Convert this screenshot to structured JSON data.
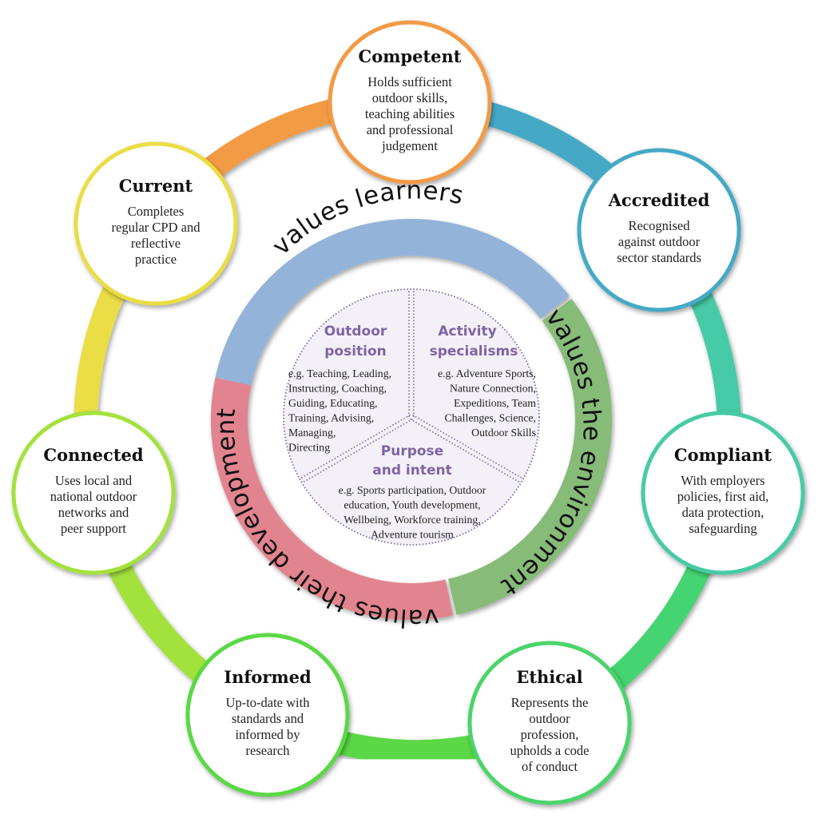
{
  "diagram": {
    "outer_ring": {
      "nodes": [
        {
          "title": "Competent",
          "lines": [
            "Holds sufficient",
            "outdoor skills,",
            "teaching abilities",
            "and professional",
            "judgement"
          ],
          "color": "#f39a45"
        },
        {
          "title": "Accredited",
          "lines": [
            "Recognised",
            "against outdoor",
            "sector standards"
          ],
          "color": "#45a9c6"
        },
        {
          "title": "Compliant",
          "lines": [
            "With employers",
            "policies, first aid,",
            "data protection,",
            "safeguarding"
          ],
          "color": "#47cba6"
        },
        {
          "title": "Ethical",
          "lines": [
            "Represents the",
            "outdoor",
            "profession,",
            "upholds a code",
            "of conduct"
          ],
          "color": "#4cd46a"
        },
        {
          "title": "Informed",
          "lines": [
            "Up-to-date with",
            "standards and",
            "informed by",
            "research"
          ],
          "color": "#5ad845"
        },
        {
          "title": "Connected",
          "lines": [
            "Uses local and",
            "national outdoor",
            "networks and",
            "peer support"
          ],
          "color": "#a3e23e"
        },
        {
          "title": "Current",
          "lines": [
            "Completes",
            "regular CPD and",
            "reflective",
            "practice"
          ],
          "color": "#eadd45"
        }
      ],
      "connector_colors": [
        "#45a9c6",
        "#47cba6",
        "#45d472",
        "#5ad845",
        "#a3e23e",
        "#eadd45",
        "#f39a45"
      ]
    },
    "middle_ring": [
      {
        "label": "values learners",
        "color": "#93b3d9"
      },
      {
        "label": "values the environment",
        "color": "#86bb78"
      },
      {
        "label": "values their development",
        "color": "#e2848f"
      }
    ],
    "core": {
      "segments": [
        {
          "heading": [
            "Outdoor",
            "position"
          ],
          "lines": [
            "e.g. Teaching, Leading,",
            "Instructing, Coaching,",
            "Guiding, Educating,",
            "Training, Advising,",
            "Managing,",
            "Directing"
          ]
        },
        {
          "heading": [
            "Activity",
            "specialisms"
          ],
          "lines": [
            "e.g. Adventure Sports,",
            "Nature Connection,",
            "Expeditions, Team",
            "Challenges, Science,",
            "Outdoor Skills"
          ]
        },
        {
          "heading": [
            "Purpose",
            "and intent"
          ],
          "lines": [
            "e.g. Sports participation, Outdoor",
            "education, Youth development,",
            "Wellbeing, Workforce training,",
            "Adventure tourism"
          ]
        }
      ],
      "fill": "#f3f0f7",
      "divider_color": "#8064a2"
    }
  }
}
